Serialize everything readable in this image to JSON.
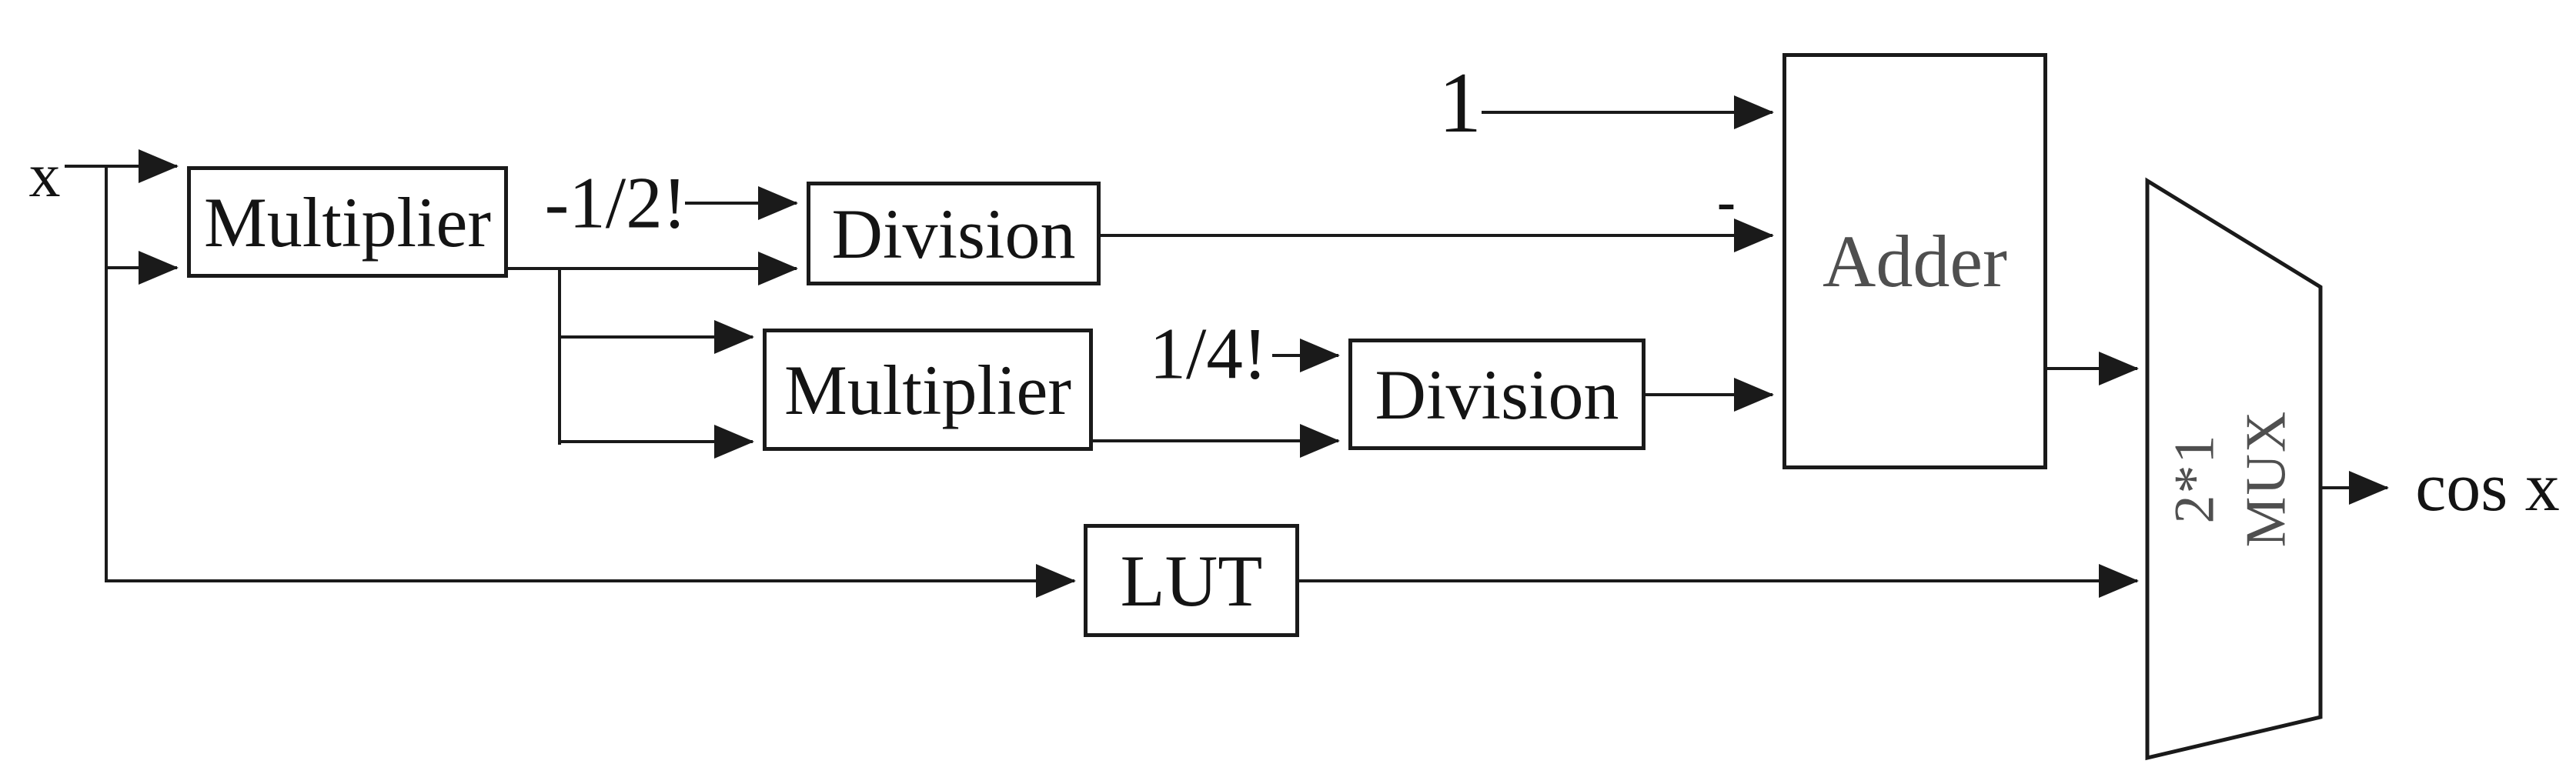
{
  "diagram": {
    "inputs": {
      "x": "x",
      "one": "1"
    },
    "constants": {
      "neg_half_factorial": "-1/2!",
      "quarter_factorial": "1/4!"
    },
    "blocks": {
      "multiplier1": "Multiplier",
      "division1": "Division",
      "multiplier2": "Multiplier",
      "division2": "Division",
      "adder": "Adder",
      "lut": "LUT"
    },
    "adder_minus_sign": "-",
    "mux": {
      "line1": "2*1",
      "line2": "MUX"
    },
    "output": "cos x"
  },
  "colors": {
    "bg": "#ffffff",
    "line": "#1a1a1a",
    "text": "#141414",
    "muted": "#4f4f4f"
  }
}
